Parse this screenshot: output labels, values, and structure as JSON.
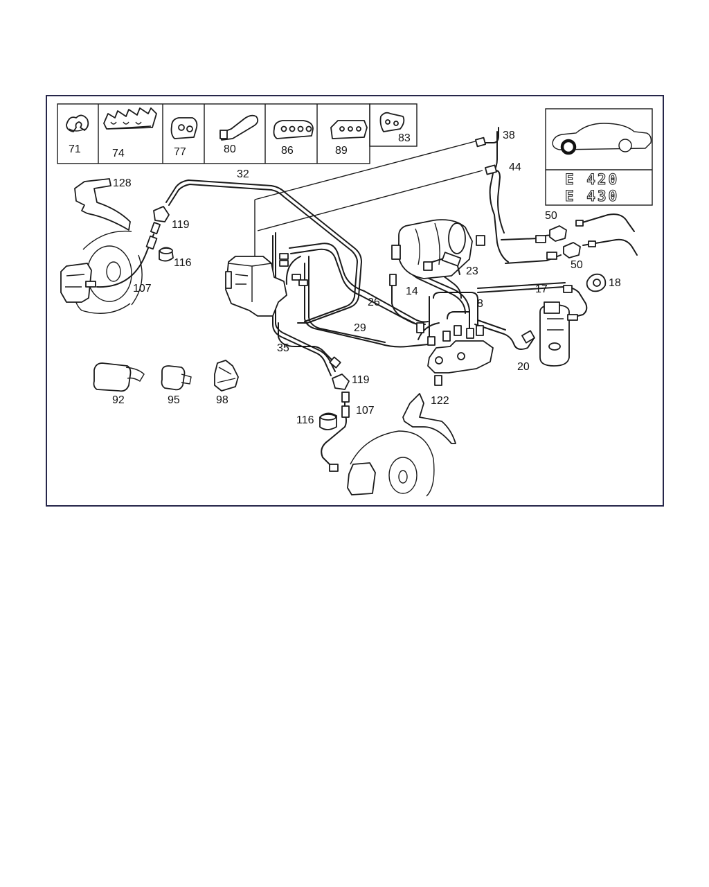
{
  "colors": {
    "ink": "#1a1a1a",
    "paper": "#ffffff",
    "frame": "#26264a"
  },
  "legend_boxes": [
    {
      "number": "71"
    },
    {
      "number": "74"
    },
    {
      "number": "77"
    },
    {
      "number": "80"
    },
    {
      "number": "86"
    },
    {
      "number": "89"
    },
    {
      "number": "83"
    }
  ],
  "model_box": {
    "models": [
      "E 420",
      "E 430"
    ]
  },
  "callouts": {
    "c128": "128",
    "c32": "32",
    "c38": "38",
    "c44": "44",
    "c50a": "50",
    "c50b": "50",
    "c119a": "119",
    "c116a": "116",
    "c107a": "107",
    "c23": "23",
    "c14": "14",
    "c17": "17",
    "c18": "18",
    "c26": "26",
    "c8": "8",
    "c29": "29",
    "c35": "35",
    "c20": "20",
    "c119b": "119",
    "c92": "92",
    "c95": "95",
    "c98": "98",
    "c122": "122",
    "c116b": "116",
    "c107b": "107"
  }
}
